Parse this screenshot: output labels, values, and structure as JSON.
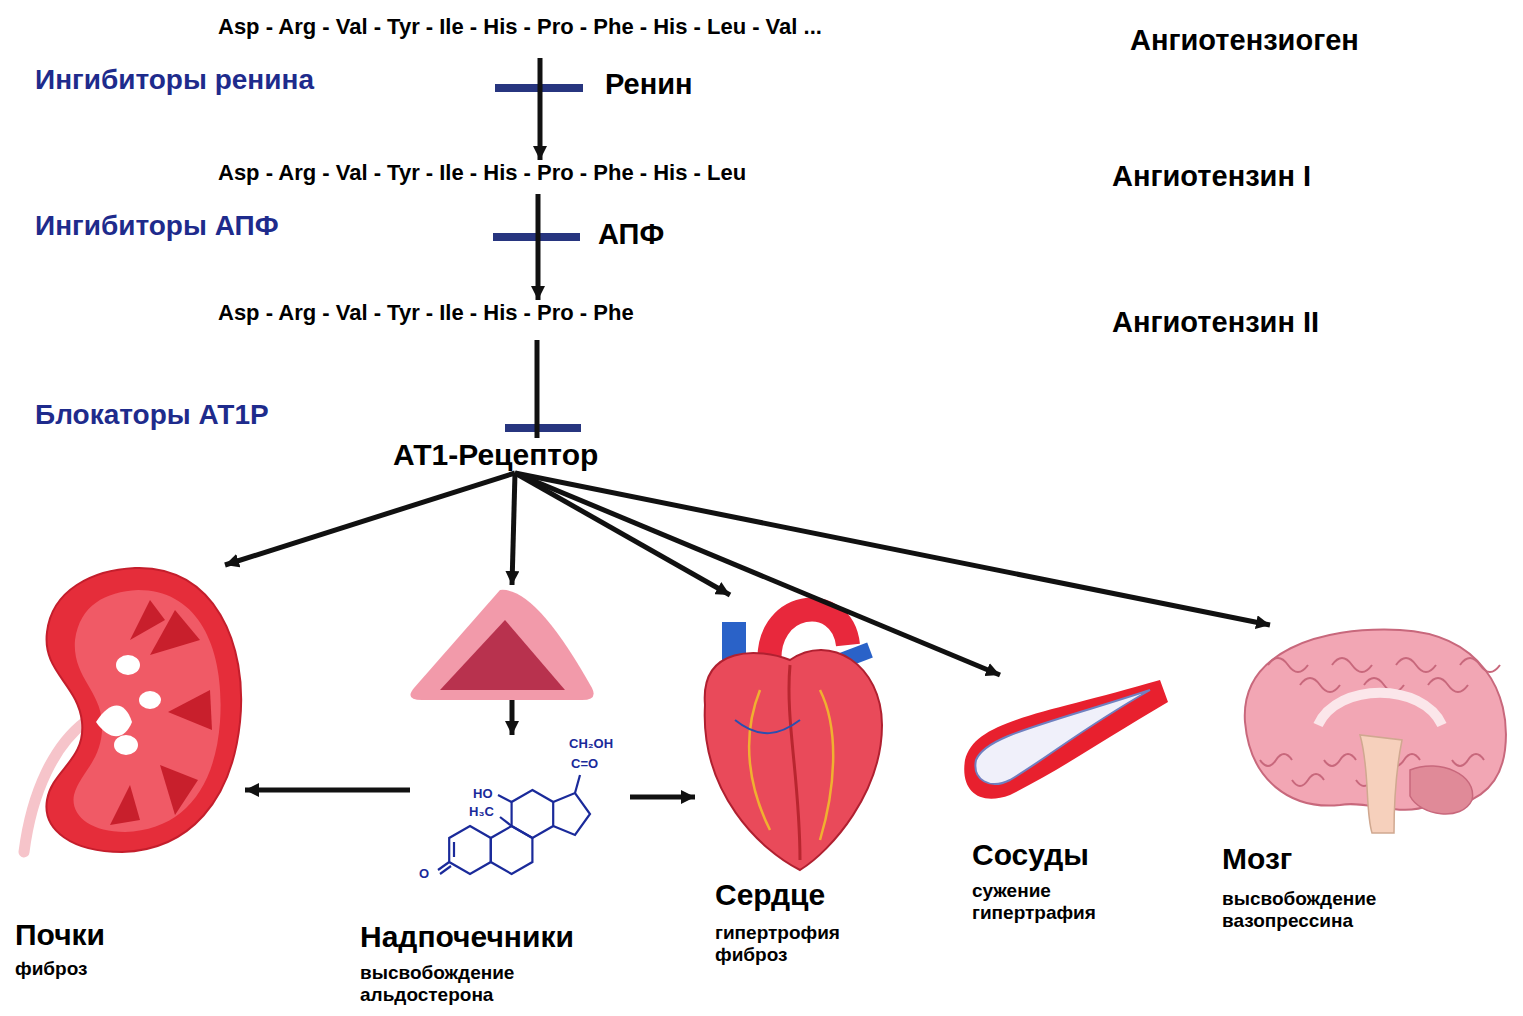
{
  "diagram": {
    "nodes": [
      {
        "text": [
          "Asp - Arg - Val - Tyr - Ile - His - Pro - Phe - His - Leu - Val ...",
          "Ангиотензиоген"
        ]
      },
      {
        "text": [
          "Asp - Arg - Val - Tyr - Ile - His - Pro - Phe - His - Leu",
          "Ангиотензин I"
        ]
      },
      {
        "text": [
          "Asp - Arg - Val - Tyr - Ile - His - Pro - Phe",
          "Ангиотензин II"
        ]
      },
      {
        "text": [
          "АТ1-Рецептор"
        ]
      },
      {
        "text": [
          "Почки",
          "фиброз"
        ]
      },
      {
        "text": [
          "Надпочечники",
          "высвобождение альдостерона"
        ]
      },
      {
        "text": [
          "CH₂OH",
          "C=O",
          "HO",
          "H₃C",
          "O"
        ]
      },
      {
        "text": [
          "Сердце",
          "гипертрофия фиброз"
        ]
      },
      {
        "text": [
          "Сосуды",
          "сужение гипертрафия"
        ]
      },
      {
        "text": [
          "Мозг",
          "высвобождение вазопрессина"
        ]
      }
    ],
    "edges": [
      {
        "from": 0,
        "to": 1,
        "label": "Ренин",
        "arrow": "to"
      },
      {
        "from": 1,
        "to": 2,
        "label": "АПФ",
        "arrow": "to"
      },
      {
        "from": 2,
        "to": 3,
        "arrow": "none"
      },
      {
        "from": 3,
        "to": 4,
        "arrow": "to"
      },
      {
        "from": 3,
        "to": 5,
        "arrow": "to"
      },
      {
        "from": 3,
        "to": 7,
        "arrow": "to"
      },
      {
        "from": 3,
        "to": 8,
        "arrow": "to"
      },
      {
        "from": 3,
        "to": 9,
        "arrow": "to"
      },
      {
        "from": 5,
        "to": 6,
        "arrow": "to"
      },
      {
        "from": 6,
        "to": 4,
        "arrow": "to"
      },
      {
        "from": 6,
        "to": 7,
        "arrow": "to"
      }
    ],
    "labels": [
      "Ингибиторы ренина",
      "Ингибиторы АПФ",
      "Блокаторы АТ1Р"
    ]
  }
}
